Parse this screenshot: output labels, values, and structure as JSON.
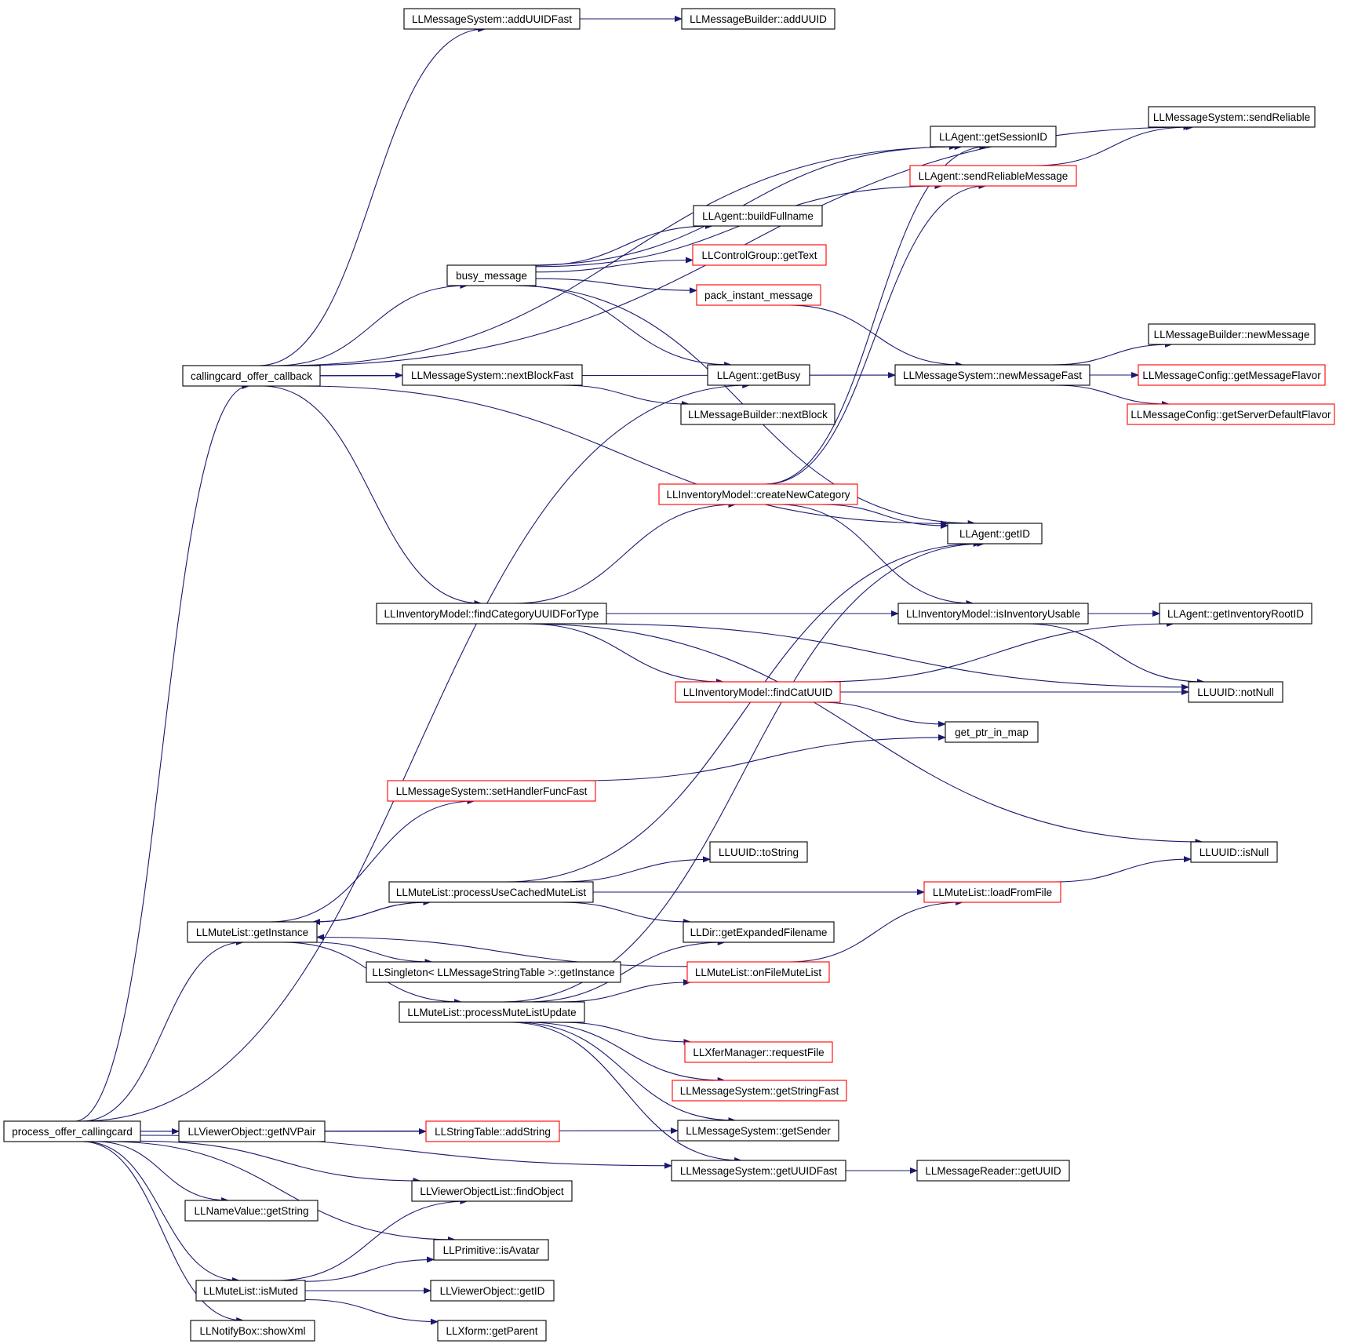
{
  "colors": {
    "edge": "#191970",
    "node_border": "#000000",
    "node_border_truncated": "#ff0000",
    "root_fill": "#bfbfbf",
    "node_fill": "#ffffff"
  },
  "nodes": [
    {
      "id": "root",
      "label": "process_offer_callingcard",
      "style": "root"
    },
    {
      "id": "cb",
      "label": "callingcard_offer_callback",
      "style": "normal"
    },
    {
      "id": "addUUIDFast",
      "label": "LLMessageSystem::addUUIDFast",
      "style": "normal"
    },
    {
      "id": "addUUID",
      "label": "LLMessageBuilder::addUUID",
      "style": "normal"
    },
    {
      "id": "sendReliable",
      "label": "LLMessageSystem::sendReliable",
      "style": "normal"
    },
    {
      "id": "getSessionID",
      "label": "LLAgent::getSessionID",
      "style": "normal"
    },
    {
      "id": "sendReliableMessage",
      "label": "LLAgent::sendReliableMessage",
      "style": "truncated"
    },
    {
      "id": "buildFullname",
      "label": "LLAgent::buildFullname",
      "style": "normal"
    },
    {
      "id": "getText",
      "label": "LLControlGroup::getText",
      "style": "truncated"
    },
    {
      "id": "busy",
      "label": "busy_message",
      "style": "normal"
    },
    {
      "id": "packIM",
      "label": "pack_instant_message",
      "style": "truncated"
    },
    {
      "id": "newMessage",
      "label": "LLMessageBuilder::newMessage",
      "style": "normal"
    },
    {
      "id": "nextBlockFast",
      "label": "LLMessageSystem::nextBlockFast",
      "style": "normal"
    },
    {
      "id": "getBusy",
      "label": "LLAgent::getBusy",
      "style": "normal"
    },
    {
      "id": "newMessageFast",
      "label": "LLMessageSystem::newMessageFast",
      "style": "normal"
    },
    {
      "id": "getMessageFlavor",
      "label": "LLMessageConfig::getMessageFlavor",
      "style": "truncated"
    },
    {
      "id": "nextBlock",
      "label": "LLMessageBuilder::nextBlock",
      "style": "normal"
    },
    {
      "id": "getServerDefaultFlavor",
      "label": "LLMessageConfig::getServerDefaultFlavor",
      "style": "truncated"
    },
    {
      "id": "createNewCategory",
      "label": "LLInventoryModel::createNewCategory",
      "style": "truncated"
    },
    {
      "id": "getID",
      "label": "LLAgent::getID",
      "style": "normal"
    },
    {
      "id": "findCatUUIDForType",
      "label": "LLInventoryModel::findCategoryUUIDForType",
      "style": "normal"
    },
    {
      "id": "isInventoryUsable",
      "label": "LLInventoryModel::isInventoryUsable",
      "style": "normal"
    },
    {
      "id": "getInventoryRootID",
      "label": "LLAgent::getInventoryRootID",
      "style": "normal"
    },
    {
      "id": "findCatUUID",
      "label": "LLInventoryModel::findCatUUID",
      "style": "truncated"
    },
    {
      "id": "notNull",
      "label": "LLUUID::notNull",
      "style": "normal"
    },
    {
      "id": "getPtrInMap",
      "label": "get_ptr_in_map",
      "style": "normal"
    },
    {
      "id": "setHandlerFuncFast",
      "label": "LLMessageSystem::setHandlerFuncFast",
      "style": "truncated"
    },
    {
      "id": "toString",
      "label": "LLUUID::toString",
      "style": "normal"
    },
    {
      "id": "isNull",
      "label": "LLUUID::isNull",
      "style": "normal"
    },
    {
      "id": "procUseCached",
      "label": "LLMuteList::processUseCachedMuteList",
      "style": "normal"
    },
    {
      "id": "loadFromFile",
      "label": "LLMuteList::loadFromFile",
      "style": "truncated"
    },
    {
      "id": "muteGetInstance",
      "label": "LLMuteList::getInstance",
      "style": "normal"
    },
    {
      "id": "getExpandedFilename",
      "label": "LLDir::getExpandedFilename",
      "style": "normal"
    },
    {
      "id": "singletonGetInstance",
      "label": "LLSingleton< LLMessageStringTable >::getInstance",
      "style": "normal"
    },
    {
      "id": "onFileMuteList",
      "label": "LLMuteList::onFileMuteList",
      "style": "truncated"
    },
    {
      "id": "procMuteUpdate",
      "label": "LLMuteList::processMuteListUpdate",
      "style": "normal"
    },
    {
      "id": "requestFile",
      "label": "LLXferManager::requestFile",
      "style": "truncated"
    },
    {
      "id": "getStringFast",
      "label": "LLMessageSystem::getStringFast",
      "style": "truncated"
    },
    {
      "id": "getSender",
      "label": "LLMessageSystem::getSender",
      "style": "normal"
    },
    {
      "id": "getNVPair",
      "label": "LLViewerObject::getNVPair",
      "style": "normal"
    },
    {
      "id": "addString",
      "label": "LLStringTable::addString",
      "style": "truncated"
    },
    {
      "id": "getUUIDFast",
      "label": "LLMessageSystem::getUUIDFast",
      "style": "normal"
    },
    {
      "id": "readerGetUUID",
      "label": "LLMessageReader::getUUID",
      "style": "normal"
    },
    {
      "id": "findObject",
      "label": "LLViewerObjectList::findObject",
      "style": "normal"
    },
    {
      "id": "nvGetString",
      "label": "LLNameValue::getString",
      "style": "normal"
    },
    {
      "id": "isAvatar",
      "label": "LLPrimitive::isAvatar",
      "style": "normal"
    },
    {
      "id": "isMuted",
      "label": "LLMuteList::isMuted",
      "style": "normal"
    },
    {
      "id": "voGetID",
      "label": "LLViewerObject::getID",
      "style": "normal"
    },
    {
      "id": "showXml",
      "label": "LLNotifyBox::showXml",
      "style": "normal"
    },
    {
      "id": "xformGetParent",
      "label": "LLXform::getParent",
      "style": "normal"
    }
  ],
  "edges": [
    [
      "root",
      "cb"
    ],
    [
      "root",
      "getBusy"
    ],
    [
      "root",
      "muteGetInstance"
    ],
    [
      "root",
      "getSender"
    ],
    [
      "root",
      "getUUIDFast"
    ],
    [
      "root",
      "getNVPair"
    ],
    [
      "root",
      "findObject"
    ],
    [
      "root",
      "nvGetString"
    ],
    [
      "root",
      "isAvatar"
    ],
    [
      "root",
      "isMuted"
    ],
    [
      "root",
      "showXml"
    ],
    [
      "cb",
      "addUUIDFast"
    ],
    [
      "cb",
      "sendReliable"
    ],
    [
      "cb",
      "getSessionID"
    ],
    [
      "cb",
      "busy"
    ],
    [
      "cb",
      "nextBlockFast"
    ],
    [
      "cb",
      "newMessageFast"
    ],
    [
      "cb",
      "getID"
    ],
    [
      "cb",
      "findCatUUIDForType"
    ],
    [
      "addUUIDFast",
      "addUUID"
    ],
    [
      "busy",
      "getSessionID"
    ],
    [
      "busy",
      "sendReliableMessage"
    ],
    [
      "busy",
      "buildFullname"
    ],
    [
      "busy",
      "getText"
    ],
    [
      "busy",
      "packIM"
    ],
    [
      "busy",
      "getBusy"
    ],
    [
      "busy",
      "getID"
    ],
    [
      "sendReliableMessage",
      "sendReliable"
    ],
    [
      "packIM",
      "newMessageFast"
    ],
    [
      "newMessageFast",
      "newMessage"
    ],
    [
      "newMessageFast",
      "getMessageFlavor"
    ],
    [
      "newMessageFast",
      "getServerDefaultFlavor"
    ],
    [
      "nextBlockFast",
      "nextBlock"
    ],
    [
      "createNewCategory",
      "getSessionID"
    ],
    [
      "createNewCategory",
      "sendReliableMessage"
    ],
    [
      "createNewCategory",
      "getID"
    ],
    [
      "createNewCategory",
      "isInventoryUsable"
    ],
    [
      "findCatUUIDForType",
      "createNewCategory"
    ],
    [
      "findCatUUIDForType",
      "isInventoryUsable"
    ],
    [
      "findCatUUIDForType",
      "getInventoryRootID"
    ],
    [
      "findCatUUIDForType",
      "findCatUUID"
    ],
    [
      "findCatUUIDForType",
      "notNull"
    ],
    [
      "findCatUUIDForType",
      "isNull"
    ],
    [
      "isInventoryUsable",
      "getInventoryRootID"
    ],
    [
      "isInventoryUsable",
      "notNull"
    ],
    [
      "findCatUUID",
      "getInventoryRootID"
    ],
    [
      "findCatUUID",
      "notNull"
    ],
    [
      "findCatUUID",
      "getPtrInMap"
    ],
    [
      "setHandlerFuncFast",
      "getPtrInMap"
    ],
    [
      "muteGetInstance",
      "setHandlerFuncFast"
    ],
    [
      "muteGetInstance",
      "procUseCached"
    ],
    [
      "muteGetInstance",
      "singletonGetInstance"
    ],
    [
      "muteGetInstance",
      "procMuteUpdate"
    ],
    [
      "procUseCached",
      "muteGetInstance"
    ],
    [
      "procUseCached",
      "getID"
    ],
    [
      "procUseCached",
      "toString"
    ],
    [
      "procUseCached",
      "loadFromFile"
    ],
    [
      "procUseCached",
      "getExpandedFilename"
    ],
    [
      "loadFromFile",
      "isNull"
    ],
    [
      "onFileMuteList",
      "muteGetInstance"
    ],
    [
      "onFileMuteList",
      "loadFromFile"
    ],
    [
      "procMuteUpdate",
      "getID"
    ],
    [
      "procMuteUpdate",
      "getExpandedFilename"
    ],
    [
      "procMuteUpdate",
      "onFileMuteList"
    ],
    [
      "procMuteUpdate",
      "requestFile"
    ],
    [
      "procMuteUpdate",
      "getStringFast"
    ],
    [
      "procMuteUpdate",
      "getSender"
    ],
    [
      "procMuteUpdate",
      "getUUIDFast"
    ],
    [
      "getNVPair",
      "addString"
    ],
    [
      "getUUIDFast",
      "readerGetUUID"
    ],
    [
      "isMuted",
      "findObject"
    ],
    [
      "isMuted",
      "isAvatar"
    ],
    [
      "isMuted",
      "voGetID"
    ],
    [
      "isMuted",
      "xformGetParent"
    ]
  ]
}
